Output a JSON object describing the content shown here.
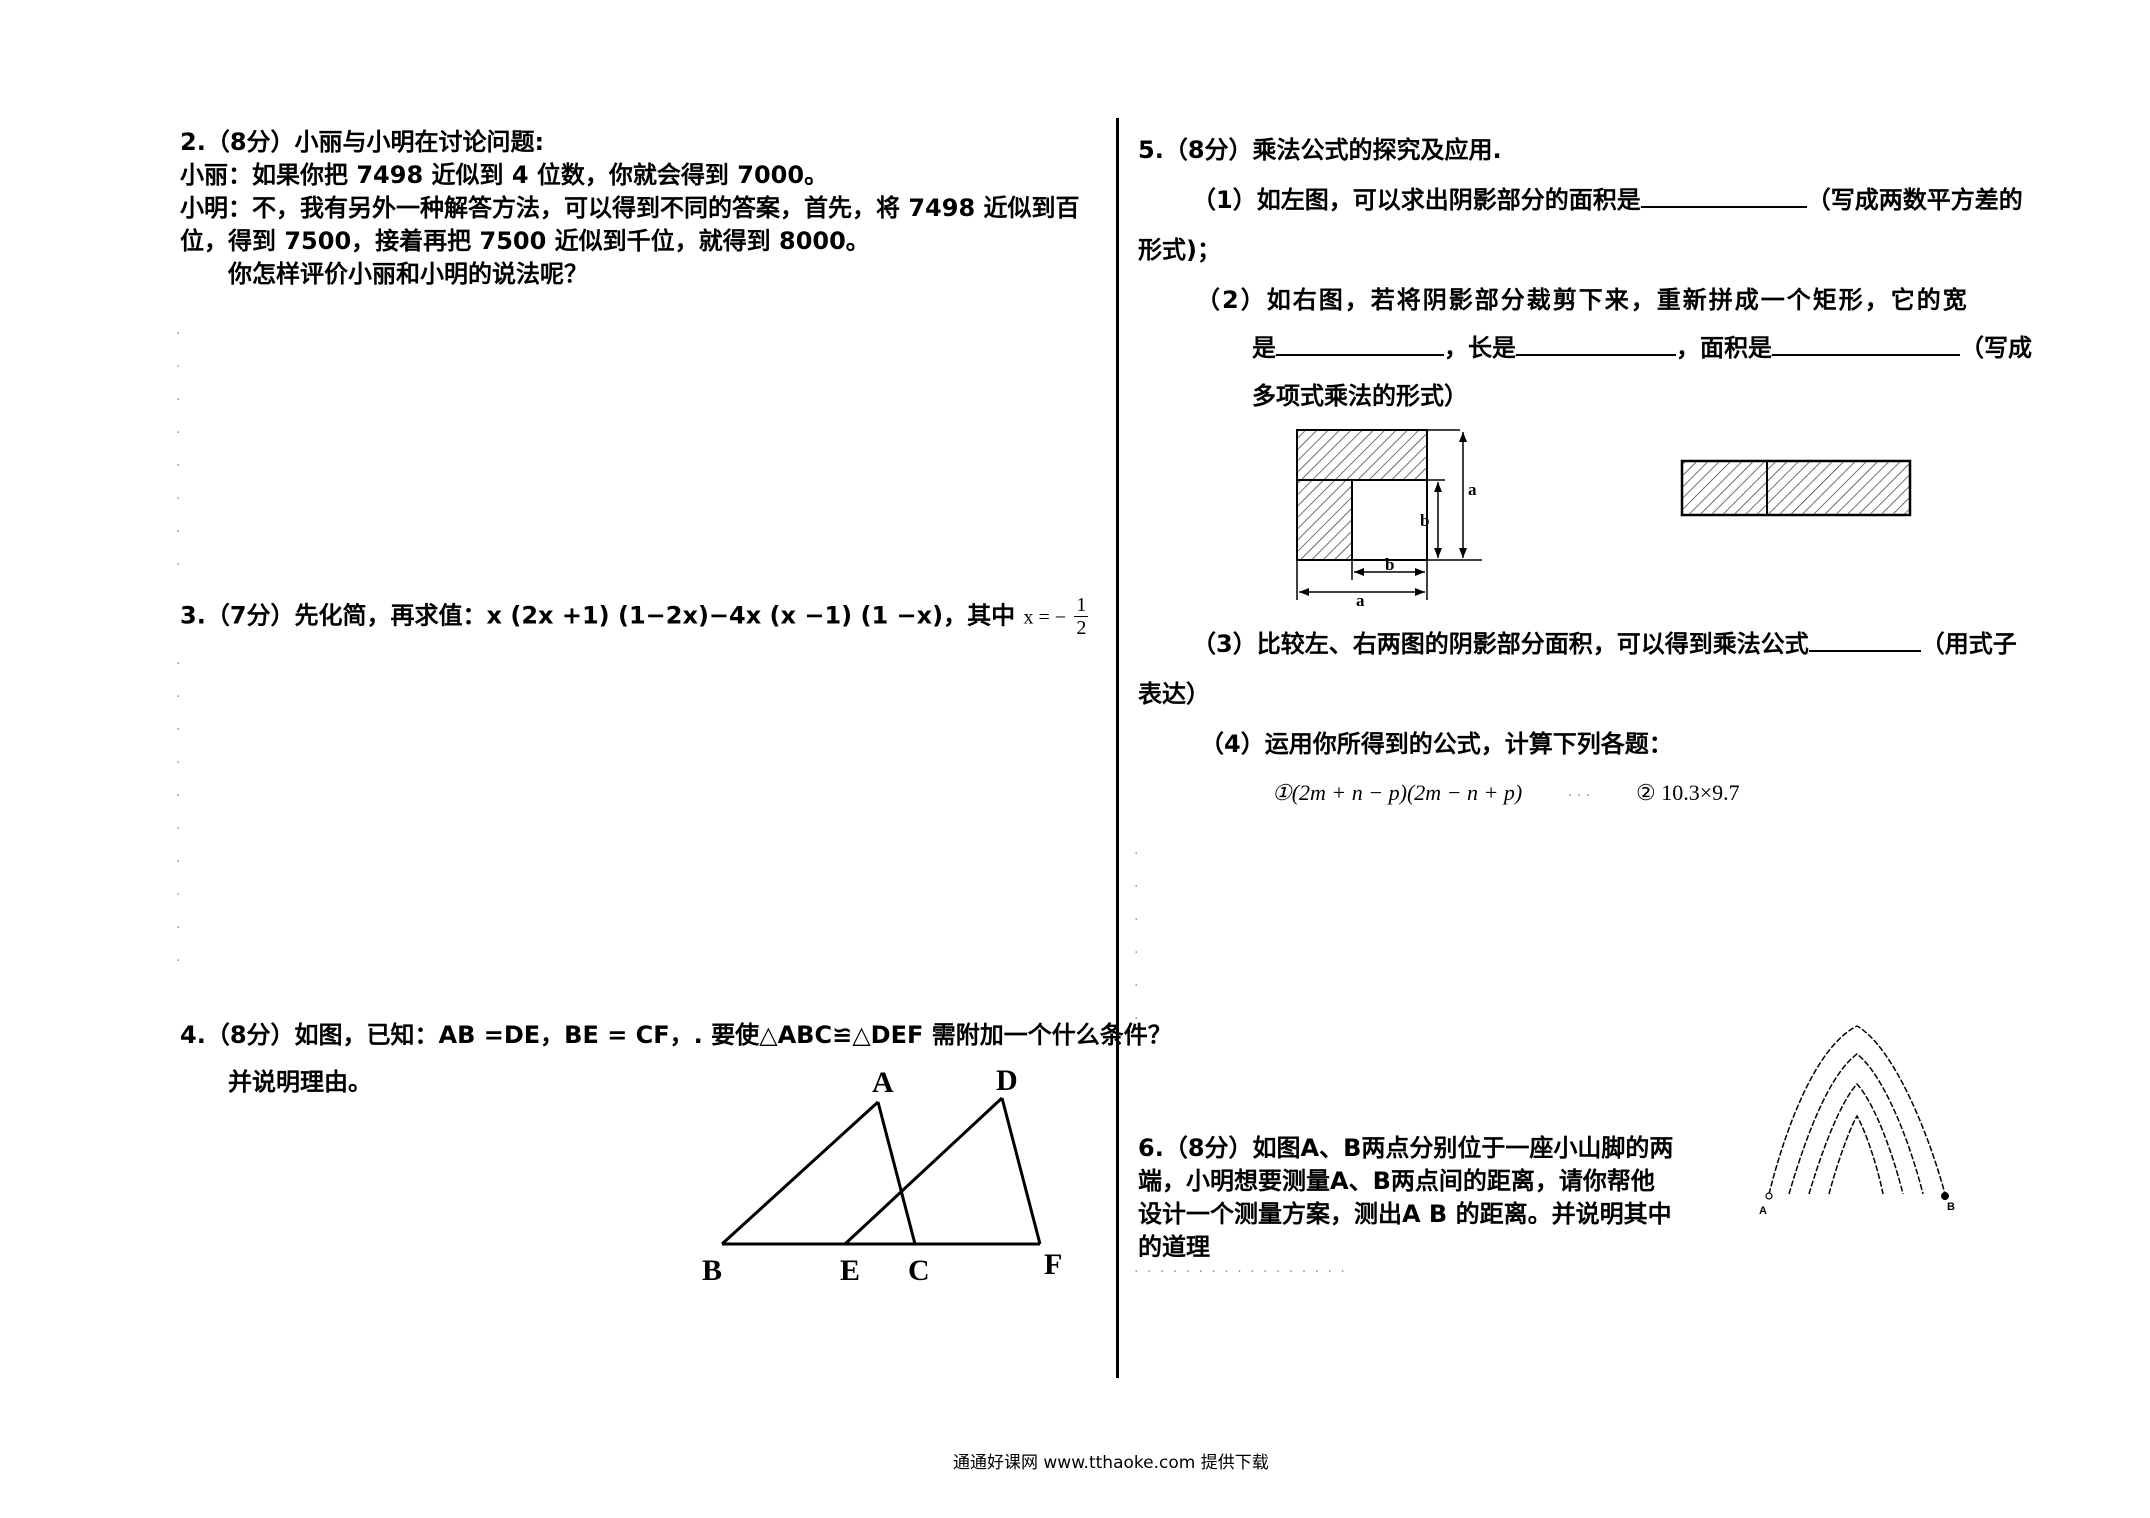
{
  "q2": {
    "title": "2.（8分）小丽与小明在讨论问题:",
    "line1": "小丽：如果你把 7498 近似到 4 位数，你就会得到 7000。",
    "line2": "小明：不，我有另外一种解答方法，可以得到不同的答案，首先，将 7498 近似到百",
    "line3": "位，得到 7500，接着再把 7500 近似到千位，就得到 8000。",
    "question": "你怎样评价小丽和小明的说法呢？"
  },
  "q3": {
    "text": "3.（7分）先化简，再求值：x (2x +1) (1−2x)−4x (x −1) (1 −x)，其中",
    "x_label": "x = −",
    "num": "1",
    "den": "2"
  },
  "q4": {
    "line1": "4.（8分）如图，已知：AB =DE，BE = CF，. 要使△ABC≌△DEF 需附加一个什么条件？",
    "line2": "并说明理由。",
    "points": [
      "A",
      "D",
      "B",
      "E",
      "C",
      "F"
    ]
  },
  "q5": {
    "title": "5.（8分）乘法公式的探究及应用.",
    "p1a": "（1）如左图，可以求出阴影部分的面积是",
    "p1b": "（写成两数平方差的",
    "p1c": "形式)；",
    "p2a": "（2）如右图，若将阴影部分裁剪下来，重新拼成一个矩形，它的宽",
    "p2b": "是",
    "p2c": "，长是",
    "p2d": "，面积是",
    "p2e": "（写成",
    "p2f": "多项式乘法的形式）",
    "fig_labels": [
      "a",
      "b",
      "b",
      "a"
    ],
    "p3a": "（3）比较左、右两图的阴影部分面积，可以得到乘法公式",
    "p3b": "（用式子",
    "p3c": "表达）",
    "p4": "（4）运用你所得到的公式，计算下列各题：",
    "calc1": "①(2m + n − p)(2m − n + p)",
    "calc2": "②  10.3×9.7"
  },
  "q6": {
    "line1": "6.（8分）如图A、B两点分别位于一座小山脚的两",
    "line2": "端，小明想要测量A、B两点间的距离，请你帮他",
    "line3": "设计一个测量方案，测出A B 的距离。并说明其中",
    "line4": "的道理",
    "point_a": "A",
    "point_b": "B"
  },
  "footer": "通通好课网  www.tthaoke.com  提供下载"
}
